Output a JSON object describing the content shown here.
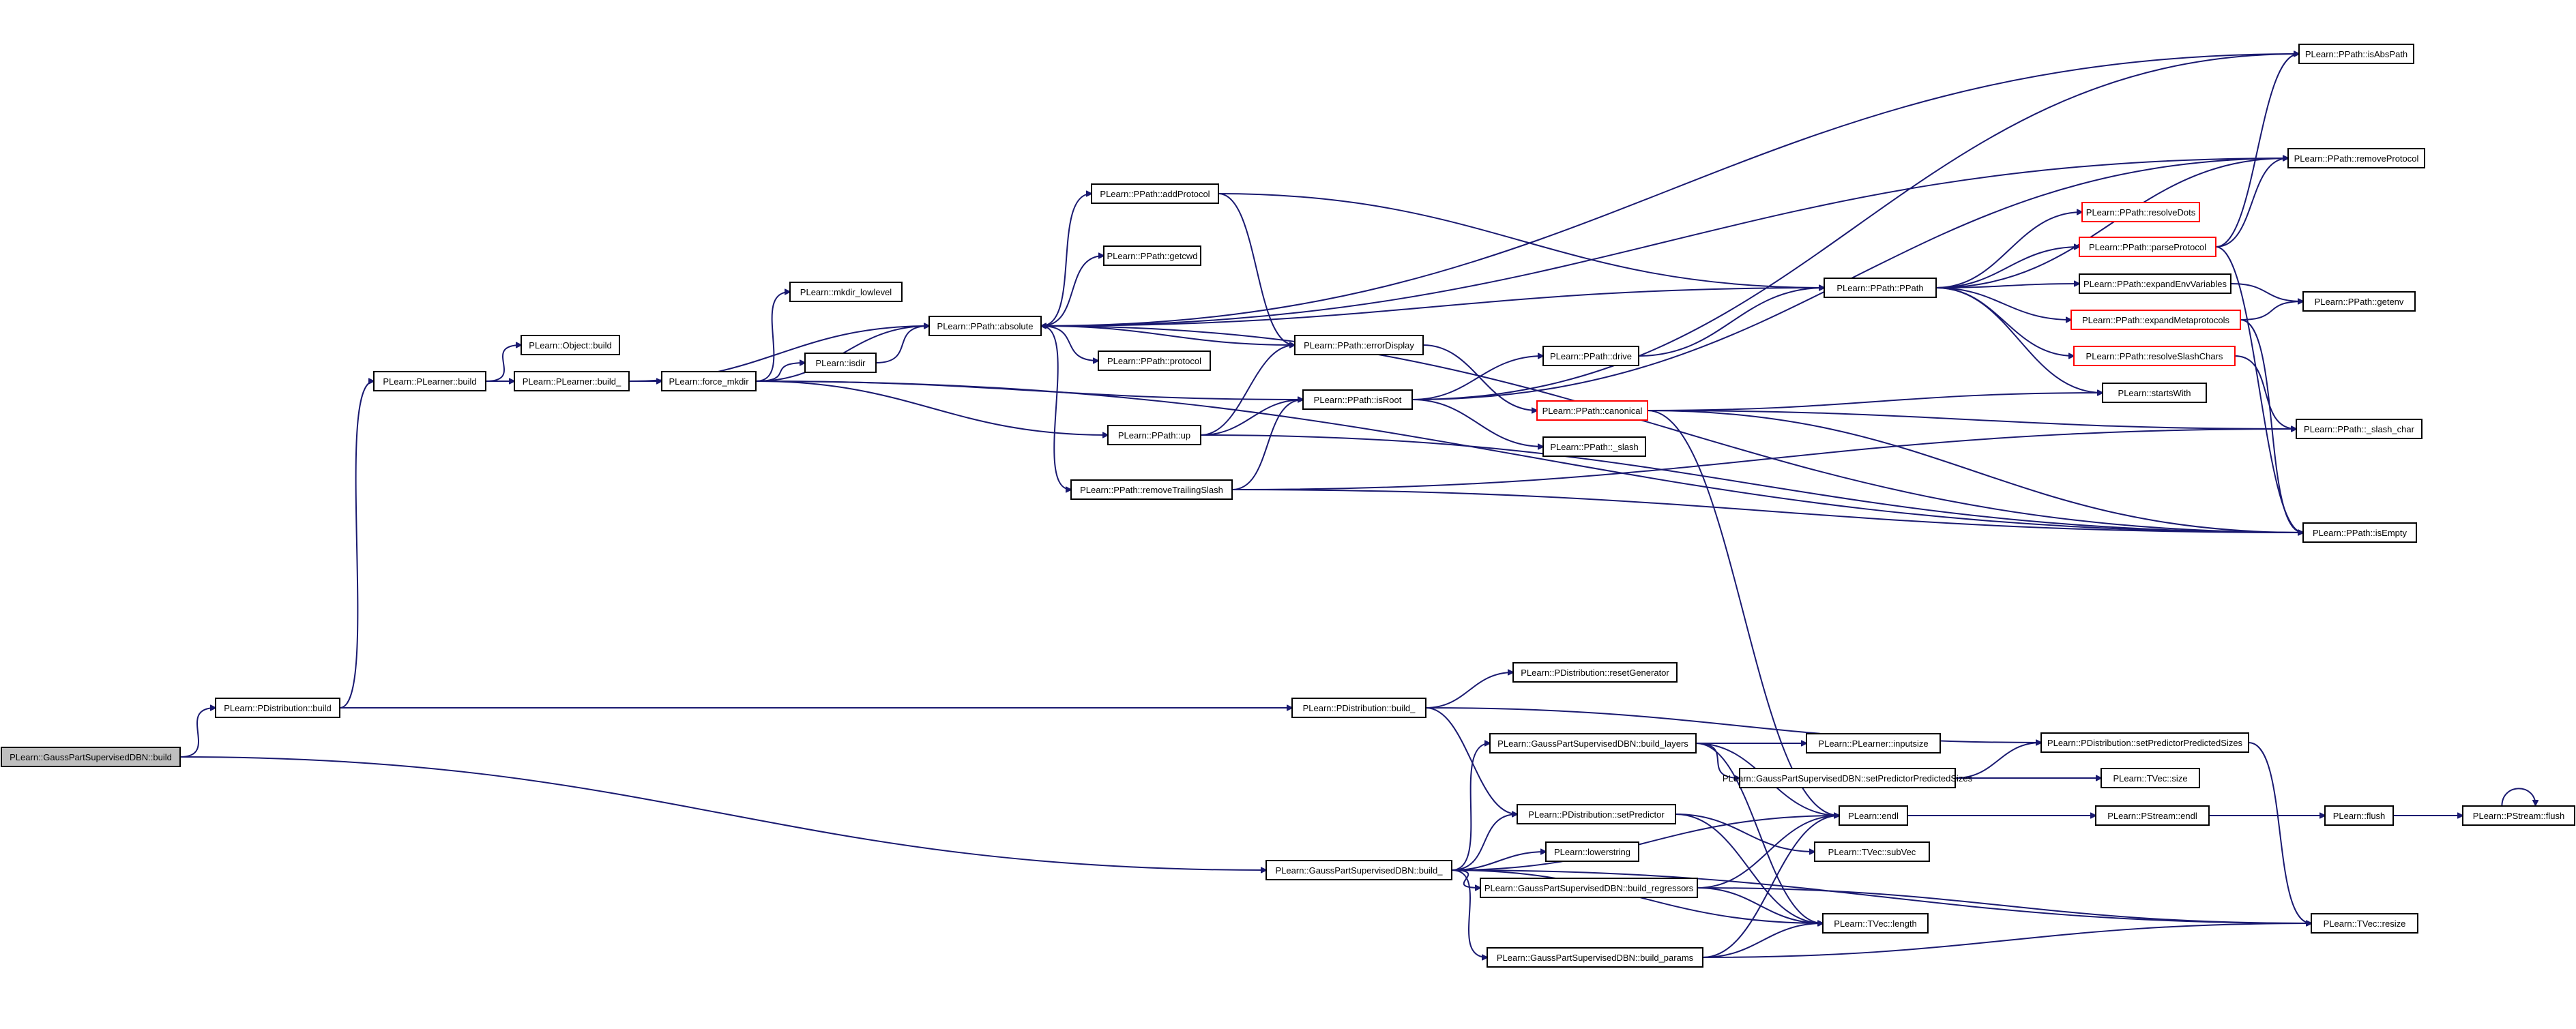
{
  "diagram": {
    "kind": "call-graph",
    "colors": {
      "edge": "#191970",
      "node_border": "#000000",
      "truncated_node_border": "#ff0000",
      "root_fill": "#bfbfbf",
      "node_fill": "#ffffff",
      "text": "#000000"
    },
    "nodes": [
      {
        "id": "n0",
        "label": "PLearn::GaussPartSupervisedDBN::build",
        "root": true
      },
      {
        "id": "n1",
        "label": "PLearn::PDistribution::build"
      },
      {
        "id": "n2",
        "label": "PLearn::PLearner::build"
      },
      {
        "id": "n3",
        "label": "PLearn::Object::build"
      },
      {
        "id": "n4",
        "label": "PLearn::PLearner::build_"
      },
      {
        "id": "n5",
        "label": "PLearn::force_mkdir"
      },
      {
        "id": "n6",
        "label": "PLearn::mkdir_lowlevel"
      },
      {
        "id": "n7",
        "label": "PLearn::isdir"
      },
      {
        "id": "n8",
        "label": "PLearn::PPath::absolute"
      },
      {
        "id": "n9",
        "label": "PLearn::PPath::addProtocol"
      },
      {
        "id": "n10",
        "label": "PLearn::PPath::getcwd"
      },
      {
        "id": "n11",
        "label": "PLearn::PPath::protocol"
      },
      {
        "id": "n12",
        "label": "PLearn::PPath::up"
      },
      {
        "id": "n13",
        "label": "PLearn::PPath::removeTrailingSlash"
      },
      {
        "id": "n14",
        "label": "PLearn::PPath::errorDisplay"
      },
      {
        "id": "n15",
        "label": "PLearn::PPath::isRoot"
      },
      {
        "id": "n16",
        "label": "PLearn::PPath::drive"
      },
      {
        "id": "n17",
        "label": "PLearn::PPath::canonical",
        "truncated": true
      },
      {
        "id": "n18",
        "label": "PLearn::PPath::_slash"
      },
      {
        "id": "n19",
        "label": "PLearn::PPath::PPath"
      },
      {
        "id": "n20",
        "label": "PLearn::PPath::resolveDots",
        "truncated": true
      },
      {
        "id": "n21",
        "label": "PLearn::PPath::parseProtocol",
        "truncated": true
      },
      {
        "id": "n22",
        "label": "PLearn::PPath::expandEnvVariables"
      },
      {
        "id": "n23",
        "label": "PLearn::PPath::expandMetaprotocols",
        "truncated": true
      },
      {
        "id": "n24",
        "label": "PLearn::PPath::resolveSlashChars",
        "truncated": true
      },
      {
        "id": "n25",
        "label": "PLearn::startsWith"
      },
      {
        "id": "n26",
        "label": "PLearn::PPath::isAbsPath"
      },
      {
        "id": "n27",
        "label": "PLearn::PPath::removeProtocol"
      },
      {
        "id": "n28",
        "label": "PLearn::PPath::getenv"
      },
      {
        "id": "n29",
        "label": "PLearn::PPath::_slash_char"
      },
      {
        "id": "n30",
        "label": "PLearn::PPath::isEmpty"
      },
      {
        "id": "n31",
        "label": "PLearn::PDistribution::build_"
      },
      {
        "id": "n32",
        "label": "PLearn::PDistribution::resetGenerator"
      },
      {
        "id": "n33",
        "label": "PLearn::PDistribution::setPredictorPredictedSizes"
      },
      {
        "id": "n34",
        "label": "PLearn::GaussPartSupervisedDBN::build_layers"
      },
      {
        "id": "n35",
        "label": "PLearn::PLearner::inputsize"
      },
      {
        "id": "n36",
        "label": "PLearn::GaussPartSupervisedDBN::setPredictorPredictedSizes"
      },
      {
        "id": "n37",
        "label": "PLearn::TVec::size"
      },
      {
        "id": "n38",
        "label": "PLearn::PDistribution::setPredictor"
      },
      {
        "id": "n39",
        "label": "PLearn::endl"
      },
      {
        "id": "n40",
        "label": "PLearn::PStream::endl"
      },
      {
        "id": "n41",
        "label": "PLearn::flush"
      },
      {
        "id": "n42",
        "label": "PLearn::PStream::flush"
      },
      {
        "id": "n43",
        "label": "PLearn::TVec::subVec"
      },
      {
        "id": "n44",
        "label": "PLearn::GaussPartSupervisedDBN::build_"
      },
      {
        "id": "n45",
        "label": "PLearn::lowerstring"
      },
      {
        "id": "n46",
        "label": "PLearn::GaussPartSupervisedDBN::build_regressors"
      },
      {
        "id": "n47",
        "label": "PLearn::TVec::length"
      },
      {
        "id": "n48",
        "label": "PLearn::GaussPartSupervisedDBN::build_params"
      },
      {
        "id": "n49",
        "label": "PLearn::TVec::resize"
      }
    ],
    "edges": [
      [
        "n0",
        "n1"
      ],
      [
        "n0",
        "n44"
      ],
      [
        "n1",
        "n2"
      ],
      [
        "n1",
        "n31"
      ],
      [
        "n2",
        "n3"
      ],
      [
        "n2",
        "n4"
      ],
      [
        "n4",
        "n8"
      ],
      [
        "n4",
        "n5"
      ],
      [
        "n5",
        "n6"
      ],
      [
        "n5",
        "n7"
      ],
      [
        "n5",
        "n8"
      ],
      [
        "n5",
        "n15"
      ],
      [
        "n5",
        "n12"
      ],
      [
        "n5",
        "n30"
      ],
      [
        "n7",
        "n8"
      ],
      [
        "n8",
        "n9"
      ],
      [
        "n8",
        "n10"
      ],
      [
        "n8",
        "n11"
      ],
      [
        "n8",
        "n13"
      ],
      [
        "n8",
        "n26"
      ],
      [
        "n8",
        "n27"
      ],
      [
        "n8",
        "n30"
      ],
      [
        "n9",
        "n14"
      ],
      [
        "n9",
        "n19"
      ],
      [
        "n12",
        "n14"
      ],
      [
        "n12",
        "n15"
      ],
      [
        "n12",
        "n30"
      ],
      [
        "n13",
        "n29"
      ],
      [
        "n13",
        "n30"
      ],
      [
        "n13",
        "n15"
      ],
      [
        "n14",
        "n8"
      ],
      [
        "n14",
        "n17"
      ],
      [
        "n15",
        "n16"
      ],
      [
        "n15",
        "n18"
      ],
      [
        "n15",
        "n26"
      ],
      [
        "n15",
        "n27"
      ],
      [
        "n16",
        "n19"
      ],
      [
        "n17",
        "n25"
      ],
      [
        "n17",
        "n29"
      ],
      [
        "n17",
        "n30"
      ],
      [
        "n17",
        "n39"
      ],
      [
        "n19",
        "n8"
      ],
      [
        "n19",
        "n20"
      ],
      [
        "n19",
        "n21"
      ],
      [
        "n19",
        "n22"
      ],
      [
        "n19",
        "n23"
      ],
      [
        "n19",
        "n24"
      ],
      [
        "n19",
        "n25"
      ],
      [
        "n19",
        "n27"
      ],
      [
        "n21",
        "n26"
      ],
      [
        "n21",
        "n27"
      ],
      [
        "n21",
        "n30"
      ],
      [
        "n22",
        "n28"
      ],
      [
        "n23",
        "n28"
      ],
      [
        "n23",
        "n30"
      ],
      [
        "n24",
        "n29"
      ],
      [
        "n31",
        "n32"
      ],
      [
        "n31",
        "n33"
      ],
      [
        "n31",
        "n38"
      ],
      [
        "n33",
        "n49"
      ],
      [
        "n34",
        "n35"
      ],
      [
        "n34",
        "n36"
      ],
      [
        "n34",
        "n39"
      ],
      [
        "n34",
        "n47"
      ],
      [
        "n36",
        "n33"
      ],
      [
        "n36",
        "n37"
      ],
      [
        "n38",
        "n43"
      ],
      [
        "n38",
        "n47"
      ],
      [
        "n39",
        "n40"
      ],
      [
        "n40",
        "n41"
      ],
      [
        "n41",
        "n42"
      ],
      [
        "n42",
        "n42"
      ],
      [
        "n44",
        "n34"
      ],
      [
        "n44",
        "n45"
      ],
      [
        "n44",
        "n46"
      ],
      [
        "n44",
        "n47"
      ],
      [
        "n44",
        "n48"
      ],
      [
        "n44",
        "n38"
      ],
      [
        "n44",
        "n39"
      ],
      [
        "n44",
        "n49"
      ],
      [
        "n46",
        "n39"
      ],
      [
        "n46",
        "n47"
      ],
      [
        "n46",
        "n49"
      ],
      [
        "n48",
        "n39"
      ],
      [
        "n48",
        "n47"
      ],
      [
        "n48",
        "n49"
      ]
    ]
  }
}
